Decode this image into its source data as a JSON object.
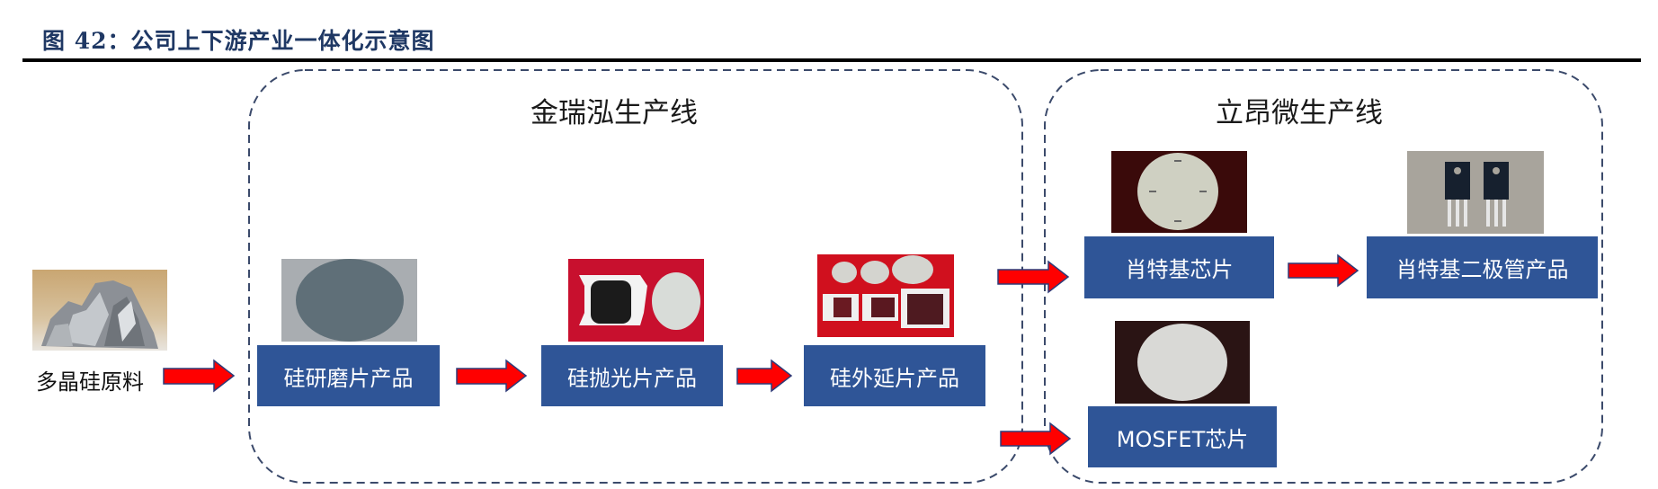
{
  "figure": {
    "title": "图 42：公司上下游产业一体化示意图"
  },
  "colors": {
    "box_fill": "#2f5597",
    "arrow_fill": "#ff0000",
    "arrow_border": "#2e3b78",
    "dashed_border": "#3b4a6b",
    "title_color": "#1f3864"
  },
  "raw_material": {
    "label": "多晶硅原料",
    "image": "polysilicon-chunks-photo"
  },
  "sections": [
    {
      "title": "金瑞泓生产线",
      "products": [
        {
          "label": "硅研磨片产品",
          "image": "lapped-wafer-photo"
        },
        {
          "label": "硅抛光片产品",
          "image": "polished-wafer-photo"
        },
        {
          "label": "硅外延片产品",
          "image": "epitaxial-wafer-photo"
        }
      ]
    },
    {
      "title": "立昂微生产线",
      "products": [
        {
          "label": "肖特基芯片",
          "image": "schottky-chip-wafer-photo"
        },
        {
          "label": "肖特基二极管产品",
          "image": "schottky-diode-package-photo"
        },
        {
          "label": "MOSFET芯片",
          "image": "mosfet-chip-wafer-photo"
        }
      ]
    }
  ],
  "flow": [
    {
      "from": "多晶硅原料",
      "to": "硅研磨片产品"
    },
    {
      "from": "硅研磨片产品",
      "to": "硅抛光片产品"
    },
    {
      "from": "硅抛光片产品",
      "to": "硅外延片产品"
    },
    {
      "from": "硅外延片产品",
      "to": "肖特基芯片"
    },
    {
      "from": "硅外延片产品",
      "to": "MOSFET芯片"
    },
    {
      "from": "肖特基芯片",
      "to": "肖特基二极管产品"
    }
  ]
}
